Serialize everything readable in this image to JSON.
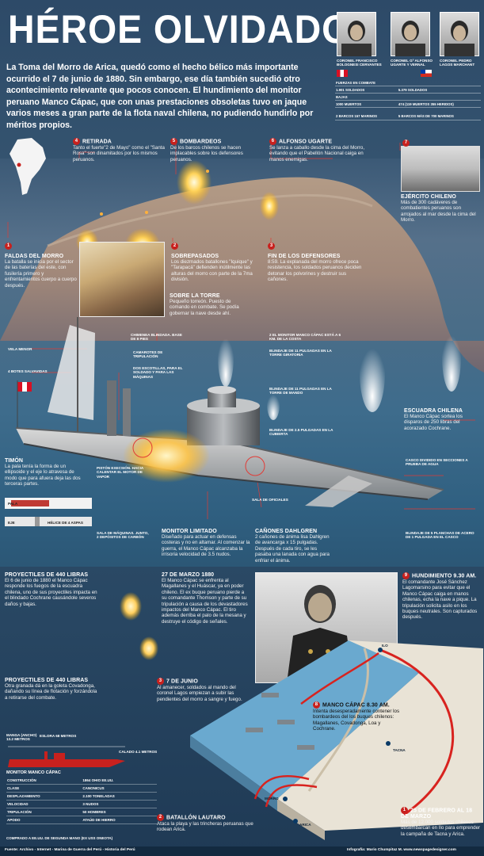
{
  "title": "HÉROE OLVIDADO",
  "intro": "La Toma del Morro de Arica, quedó como el hecho bélico más importante ocurrido el 7 de junio de 1880. Sin embargo, ese día también sucedió otro acontecimiento relevante que pocos conocen. El hundimiento del monitor peruano Manco Cápac, que con unas prestaciones obsoletas tuvo en jaque varios meses a gran parte de la flota naval chilena, no pudiendo hundirlo por méritos propios.",
  "commanders": [
    {
      "name": "CORONEL FRANCISCO BOLOGNESI CERVANTES"
    },
    {
      "name": "CORONEL Gº ALFONSO UGARTE Y VERNAL"
    },
    {
      "name": "CORONEL PEDRO LAGOS MARCHANT"
    }
  ],
  "stats": {
    "rows": [
      {
        "label": "FUERZAS EN COMBATE",
        "peru": "1.901 SOLDADOS",
        "chile": "5.379 SOLDADOS"
      },
      {
        "label": "BAJAS",
        "peru": "1000 MUERTOS",
        "chile": "474 (119 MUERTOS 355 HERIDOS)"
      },
      {
        "label": "",
        "peru": "2 BARCOS 157 MARINOS",
        "chile": "5 BARCOS MÁS DE 700 MARINOS"
      }
    ]
  },
  "colors": {
    "accent": "#c8211e",
    "peru": "#d91023",
    "chile_blue": "#0039a6"
  },
  "callouts": {
    "retirada": {
      "num": "4",
      "head": "RETIRADA",
      "body": "Tanto el fuerte\"2 de Mayo\" como el \"Santa Rosa\" son dinamitados por los mismos peruanos."
    },
    "bombardeos": {
      "num": "5",
      "head": "BOMBARDEOS",
      "body": "De los barcos chilenos se hacen implacables sobre los defensores peruanos."
    },
    "ugarte": {
      "num": "6",
      "head": "ALFONSO UGARTE",
      "body": "Se lanza a caballo desde la cima del Morro, evitando que el Pabellón Nacional caiga en manos enemigas."
    },
    "ejercito": {
      "num": "7",
      "head": "EJÉRCITO CHILENO",
      "body": "Más de 300 cadáveres de combatientes peruanos son arrojados al mar desde la cima del Morro."
    },
    "faldas": {
      "num": "1",
      "head": "FALDAS DEL MORRO",
      "body": "La batalla se inicia por el sector de las baterías del este, con fusilería primero y enfrentamientos cuerpo a cuerpo después."
    },
    "sobrepasados": {
      "num": "2",
      "head": "SOBREPASADOS",
      "body": "Los diezmados batallones \"Iquique\" y \"Tarapacá\" defienden inútilmente las alturas del morro con parte de la 7ma división."
    },
    "fin": {
      "num": "3",
      "head": "FIN DE LOS DEFENSORES",
      "body": "8:59. La explanada del morro ofrece poca resistencia, los soldados peruanos deciden detonar los polvorines y destruir sus cañones."
    },
    "torre": {
      "head": "SOBRE LA TORRE",
      "body": "Pequeño torreón. Puesto de comando en combate. Se podía gobernar la nave desde ahí."
    },
    "escuadra": {
      "head": "ESCUADRA CHILENA",
      "body": "El Manco Cápac sortea los disparos de 250 libras del acorazado Cochrane."
    },
    "timon": {
      "head": "TIMÓN",
      "body": "La pala tenía la forma de un ellipsoide y el eje lo atravesa de modo que para afuera deja las dos terceras partes."
    },
    "monitor": {
      "head": "MONITOR LIMITADO",
      "body": "Diseñado para actuar en defensas costeras y no en altamar. Al comenzar la guerra, el Manco Cápac alcanzaba la irrisoria velocidad de 3.5 nudos."
    },
    "canones": {
      "head": "CAÑONES DAHLGREN",
      "body": "2 cañones de ánima lisa Dahlgren de avancarga x 15 pulgadas. Después de cada tiro, se les pasaba una lanada con agua para enfriar el ánima."
    },
    "proy1": {
      "head": "PROYECTILES DE 440 LIBRAS",
      "body": "El 6 de junio de 1880 el Manco Cápac responde los fuegos de la escuadra chilena, uno de sus proyectiles impacta en el blindado Cochrane causándole severos daños y bajas."
    },
    "marzo27": {
      "head": "27 DE MARZO 1880",
      "body": "El Manco Cápac se enfrenta al Magallanes y el Huáscar, ya en poder chileno. El ex buque peruano pierde a su comandante Thomson y parte de su tripulación a causa de los devastadores impactos del Manco Cápac. El tiro además derriba el palo de la mesana y destruye el código de señales."
    },
    "hundimiento": {
      "num": "9",
      "head": "HUNDIMIENTO 9.30 am.",
      "body": "El comandante José Sánchez Lagomarsino para evitar que el Manco Cápac caiga en manos chilenas, echa la nave a pique. La tripulación solicita asilo en los buques neutrales. Son capturados después."
    },
    "proy2": {
      "head": "PROYECTILES DE 440 LIBRAS",
      "body": "Otra granada dá en la goleta Covadonga, dañando su línea de flotación y forzándola a retirarse del combate."
    },
    "junio7": {
      "num": "3",
      "head": "7 DE JUNIO",
      "body": "Al amanecer, soldados al mando del coronel Lagos empiezan a subir las pendientes del morro a sangre y fuego."
    },
    "manco830": {
      "num": "8",
      "head": "MANCO CÁPAC 8.30 am.",
      "body": "Intenta desesperadamente contener los bombardeos del los buques chilenos: Magallanes, Covadonga, Loa y Cochrane."
    },
    "lautaro": {
      "num": "2",
      "head": "BATALLÓN LAUTARO",
      "body": "Ataca la playa y las trincheras peruanas que rodean Arica."
    },
    "febrero": {
      "num": "1",
      "head": "25 DE FEBRERO AL 18 DE MARZO",
      "body": "Más de 12.000 soldados chilenos desembarcan en Ilo para emprender la campaña de Tacna y Arica."
    }
  },
  "ship_labels": {
    "vela": "VELA MENOR",
    "botes": "4 BOTES SALVAVIDAS",
    "chimenea": "CHIMENEA BLINDADA. BASE DE 8 PIES",
    "camarotes": "CAMAROTES DE TRIPULACIÓN",
    "escotillas": "DOS ESCOTILLAS, PARA EL SOLDADO Y PARA LAS MÁQUINAS",
    "torre_km": "2 EL MONITOR MANCO CÁPAC ESTÁ A 6 KM. DE LA COSTA",
    "blindaje1": "BLINDAJE DE 11 PULGADAS EN LA TORRE GIRATORIA",
    "blindaje2": "BLINDAJE DE 11 PULGADAS EN LA TORRE DE MANDO",
    "blindaje3": "BLINDAJE DE 2.5 PULGADAS EN LA CUBIERTA",
    "casco": "CASCO DIVIDIDO EN SECCIONES A PRUEBA DE AGUA",
    "piston": "PISTÓN EXECSIÓN. HACIA CALENTAR EL MOTOR DE VAPOR",
    "maquinas": "SALA DE MÁQUINAS. JUNTO, 2 DEPÓSITOS DE CARBÓN",
    "oficiales": "SALA DE OFICIALES",
    "blindaje4": "BLINDAJE DE 5 PLANCHAS DE ACERO DE 1 PULGADA EN EL CASCO",
    "pala": "PALA",
    "eje": "EJE",
    "helice": "HÉLICE DE 4 ASPAS"
  },
  "dimensions": {
    "manga": "MANGA (ancho) 13.2 METROS",
    "eslora": "ESLORA 68 METROS",
    "calado": "CALADO 4.1 METROS"
  },
  "specs": {
    "title": "MONITOR MANCO CÁPAC",
    "rows": [
      {
        "k": "CONSTRUCCIÓN",
        "v": "1864 OHIO EE.UU."
      },
      {
        "k": "CLASE",
        "v": "CANONICUS"
      },
      {
        "k": "DESPLAZAMIENTO",
        "v": "2.100 TONELADAS"
      },
      {
        "k": "VELOCIDAD",
        "v": "3 NUDOS"
      },
      {
        "k": "TRIPULACIÓN",
        "v": "50 HOMBRES"
      },
      {
        "k": "APODO",
        "v": "ATAÚD DE HIERRO"
      }
    ],
    "footer": "COMPRADO A EE.UU. DE SEGUNDA MANO (EX USS ONEOTA)"
  },
  "map_labels": {
    "ilo": "ILO",
    "tacna": "TACNA",
    "morro": "MORRO",
    "arica": "ARICA"
  },
  "footer": {
    "source": "Fuente: Archivo - Internet - Marina de Guerra del Perú - Historia del Perú",
    "credit": "Infografía: Mario Chumpitaz M. www.newspagedesigner.com"
  }
}
